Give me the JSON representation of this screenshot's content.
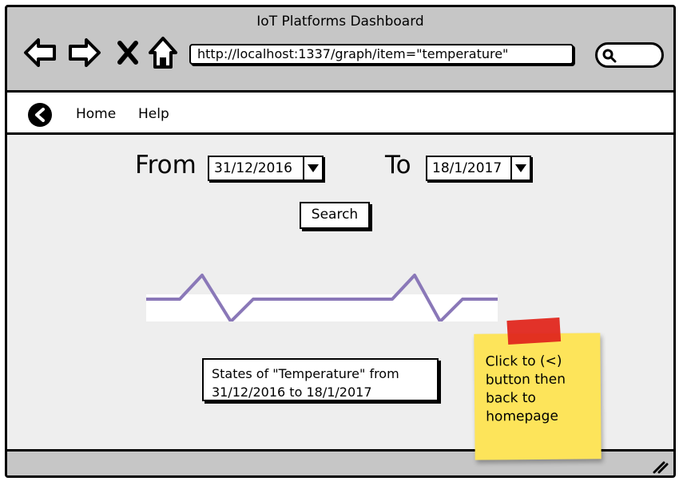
{
  "window": {
    "title": "IoT Platforms Dashboard"
  },
  "browser": {
    "url": "http://localhost:1337/graph/item=\"temperature\"",
    "icons": [
      "back-arrow-icon",
      "forward-arrow-icon",
      "close-icon",
      "home-icon",
      "search-icon"
    ]
  },
  "menu": {
    "back_icon": "chevron-left-icon",
    "items": [
      "Home",
      "Help"
    ]
  },
  "filter": {
    "from_label": "From",
    "from_value": "31/12/2016",
    "to_label": "To",
    "to_value": "18/1/2017",
    "search_label": "Search"
  },
  "graph": {
    "line_color": "#8a78b8"
  },
  "caption": {
    "line1": "States of \"Temperature\" from",
    "line2": "31/12/2016 to 18/1/2017"
  },
  "note": {
    "lines": [
      "Click to (<)",
      "button then",
      "back to",
      "homepage"
    ],
    "color": "#fde45a",
    "tape_color": "#e0271e"
  }
}
